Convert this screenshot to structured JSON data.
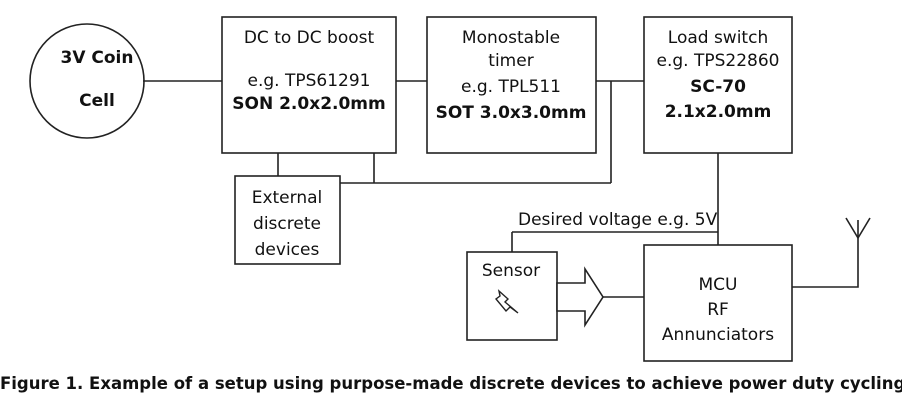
{
  "diagram": {
    "coin_cell": {
      "line1": "3V Coin",
      "line2": "Cell"
    },
    "boost": {
      "line1": "DC to DC boost",
      "line2": "e.g. TPS61291",
      "line3": "SON 2.0x2.0mm"
    },
    "timer": {
      "line1": "Monostable",
      "line2": "timer",
      "line3": "e.g. TPL511",
      "line4": "SOT 3.0x3.0mm"
    },
    "load_switch": {
      "line1": "Load switch",
      "line2": "e.g. TPS22860",
      "line3": "SC-70",
      "line4": "2.1x2.0mm"
    },
    "external": {
      "line1": "External",
      "line2": "discrete",
      "line3": "devices"
    },
    "voltage_label": "Desired voltage e.g. 5V",
    "sensor": {
      "label": "Sensor"
    },
    "mcu": {
      "line1": "MCU",
      "line2": "RF",
      "line3": "Annunciators"
    }
  },
  "caption": "Figure 1. Example of a setup using purpose-made discrete devices to achieve power duty cycling"
}
